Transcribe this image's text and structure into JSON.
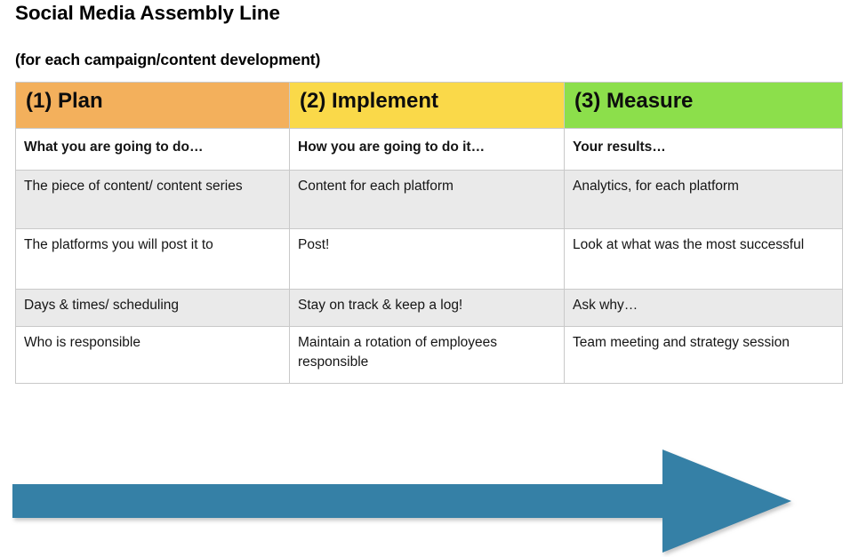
{
  "page": {
    "title": "Social Media Assembly Line",
    "subtitle": "(for each campaign/content development)",
    "background_color": "#ffffff"
  },
  "table": {
    "columns": [
      {
        "id": "plan",
        "header": "(1) Plan",
        "header_color": "#f3b05c",
        "subheader": "What you are going to do…"
      },
      {
        "id": "implement",
        "header": "(2) Implement",
        "header_color": "#fad949",
        "subheader": "How you are going to do it…"
      },
      {
        "id": "measure",
        "header": "(3) Measure",
        "header_color": "#8cdf4b",
        "subheader": "Your results…"
      }
    ],
    "rows": [
      {
        "shaded": true,
        "cells": [
          "The piece of content/ content series",
          "Content for each platform",
          "Analytics, for each platform"
        ]
      },
      {
        "shaded": false,
        "cells": [
          "The platforms you will post it to",
          "Post!",
          "Look at what was the most successful"
        ]
      },
      {
        "shaded": true,
        "cells": [
          "Days & times/ scheduling",
          "Stay on track & keep a log!",
          "Ask why…"
        ]
      },
      {
        "shaded": false,
        "cells": [
          "Who is responsible",
          "Maintain a rotation of employees responsible",
          "Team meeting and strategy session"
        ]
      }
    ],
    "shade_color": "#eaeaea",
    "border_color": "#c9c9c9"
  },
  "arrow": {
    "name": "right-arrow",
    "color": "#3680a6",
    "direction": "right",
    "meaning": "process flows from Plan to Implement to Measure"
  }
}
